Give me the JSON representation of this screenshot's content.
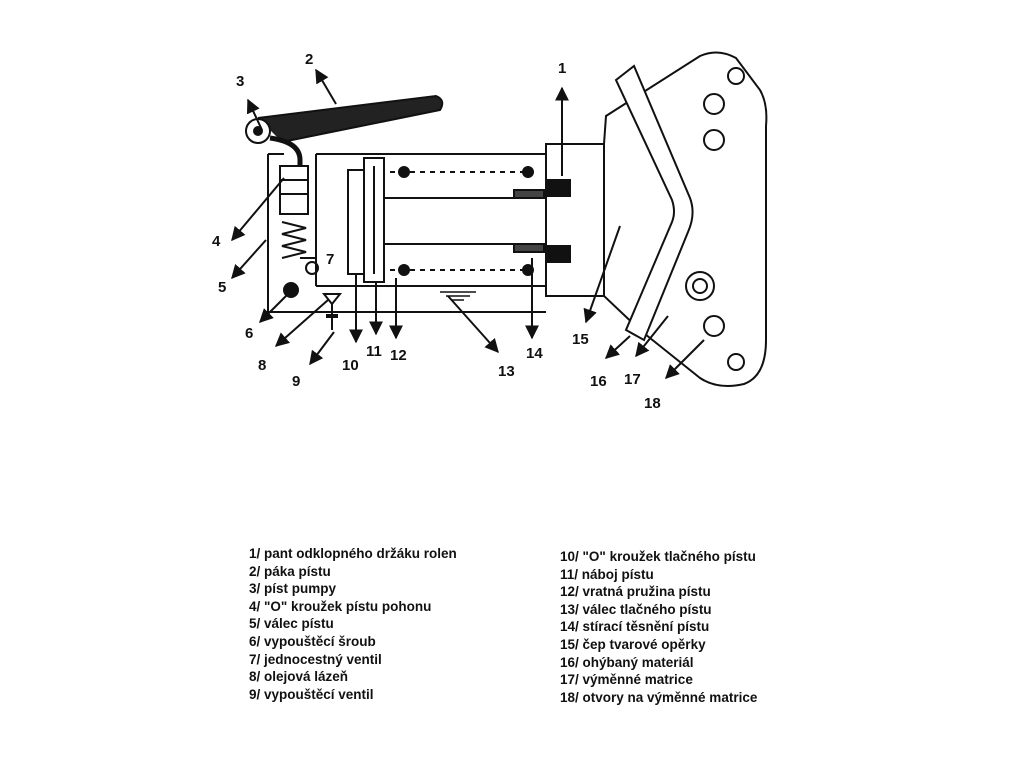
{
  "diagram": {
    "callouts": [
      "1",
      "2",
      "3",
      "4",
      "5",
      "6",
      "7",
      "8",
      "9",
      "10",
      "11",
      "12",
      "13",
      "14",
      "15",
      "16",
      "17",
      "18"
    ]
  },
  "legend": {
    "left": [
      "1/ pant odklopného držáku rolen",
      "2/ páka pístu",
      "3/ píst pumpy",
      "4/ \"O\" kroužek pístu pohonu",
      "5/ válec pístu",
      "6/ vypouštěcí šroub",
      "7/ jednocestný ventil",
      "8/ olejová lázeň",
      "9/ vypouštěcí ventil"
    ],
    "right": [
      "10/ \"O\" kroužek tlačného pístu",
      "11/ náboj pístu",
      "12/ vratná pružina pístu",
      "13/ válec tlačného pístu",
      "14/ stírací těsnění pístu",
      "15/ čep tvarové opěrky",
      "16/ ohýbaný materiál",
      "17/ výměnné matrice",
      "18/ otvory na výměnné matrice"
    ]
  }
}
